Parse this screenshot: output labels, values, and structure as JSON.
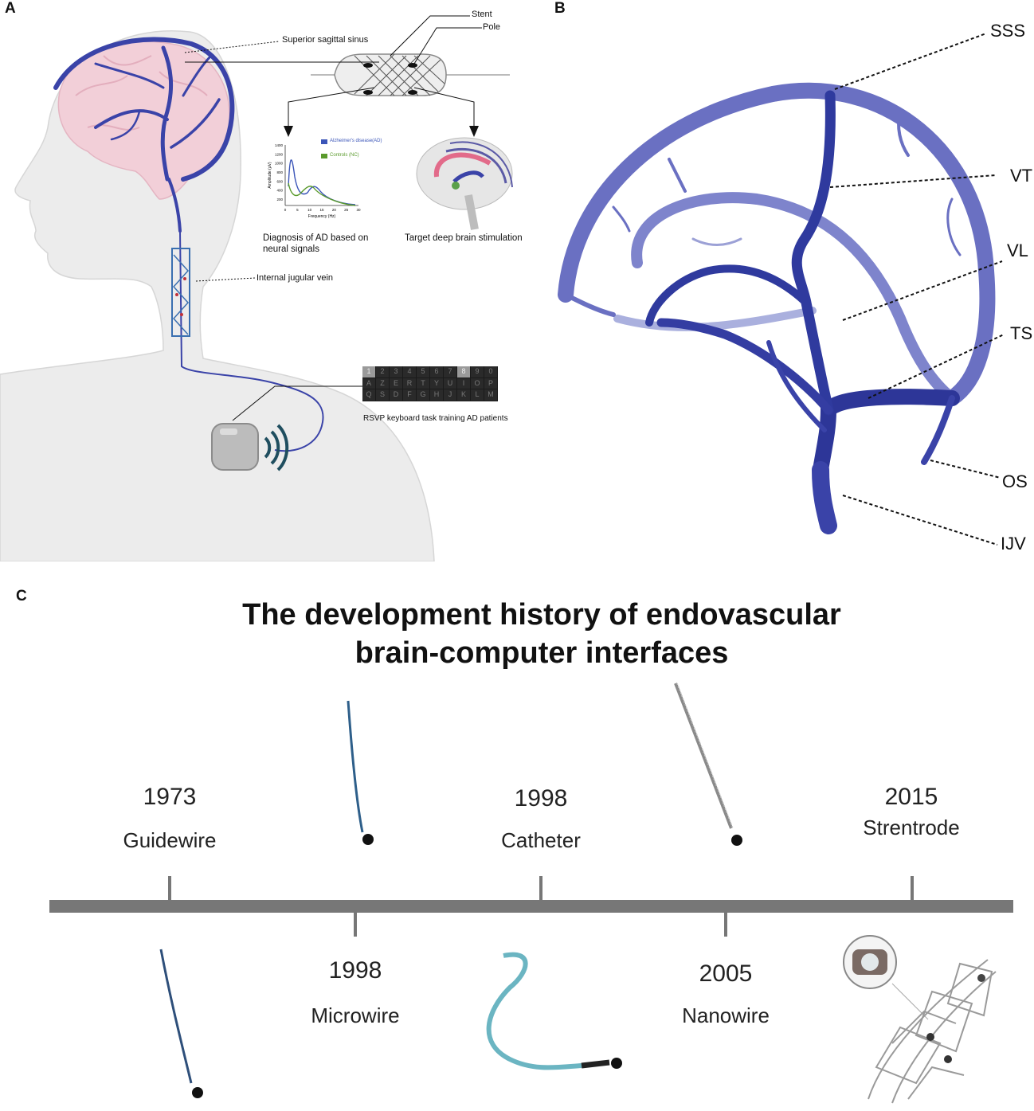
{
  "panels": {
    "a": "A",
    "b": "B",
    "c": "C"
  },
  "panel_a": {
    "labels": {
      "sss": "Superior sagittal sinus",
      "stent": "Stent",
      "pole": "Pole",
      "ijv": "Internal jugular vein",
      "diagnosis": "Diagnosis of AD based on neural signals",
      "dbs": "Target deep brain stimulation",
      "rsvp": "RSVP keyboard task training AD patients"
    },
    "mini_chart": {
      "legend_ad": "Alzheimer's disease(AD)",
      "legend_nc": "Controls  (NC)",
      "ylabel": "Amplitude (μV)",
      "xlabel": "Frequency (Hz)",
      "yticks": [
        "1400",
        "1200",
        "1000",
        "800",
        "600",
        "400",
        "200"
      ],
      "xticks": [
        "0",
        "5",
        "10",
        "15",
        "20",
        "25",
        "30"
      ]
    },
    "keyboard": {
      "row1": [
        "1",
        "2",
        "3",
        "4",
        "5",
        "6",
        "7",
        "8",
        "9",
        "0"
      ],
      "row2": [
        "A",
        "Z",
        "E",
        "R",
        "T",
        "Y",
        "U",
        "I",
        "O",
        "P"
      ],
      "row3": [
        "Q",
        "S",
        "D",
        "F",
        "G",
        "H",
        "J",
        "K",
        "L",
        "M"
      ]
    }
  },
  "panel_b": {
    "labels": {
      "sss": "SSS",
      "vt": "VT",
      "vl": "VL",
      "ts": "TS",
      "os": "OS",
      "ijv": "IJV"
    }
  },
  "panel_c": {
    "title_line1": "The development history of endovascular",
    "title_line2": "brain-computer interfaces",
    "events": [
      {
        "year": "1973",
        "name": "Guidewire"
      },
      {
        "year": "1998",
        "name": "Microwire"
      },
      {
        "year": "1998",
        "name": "Catheter"
      },
      {
        "year": "2005",
        "name": "Nanowire"
      },
      {
        "year": "2015",
        "name": "Strentrode"
      }
    ]
  },
  "colors": {
    "vein": "#3a43a8",
    "vein_light": "#6f77c4",
    "brain": "#f3d4dc",
    "skin": "#eeeeee",
    "timeline": "#777777",
    "ad_series": "#3b55b8",
    "nc_series": "#5a9a2c"
  }
}
